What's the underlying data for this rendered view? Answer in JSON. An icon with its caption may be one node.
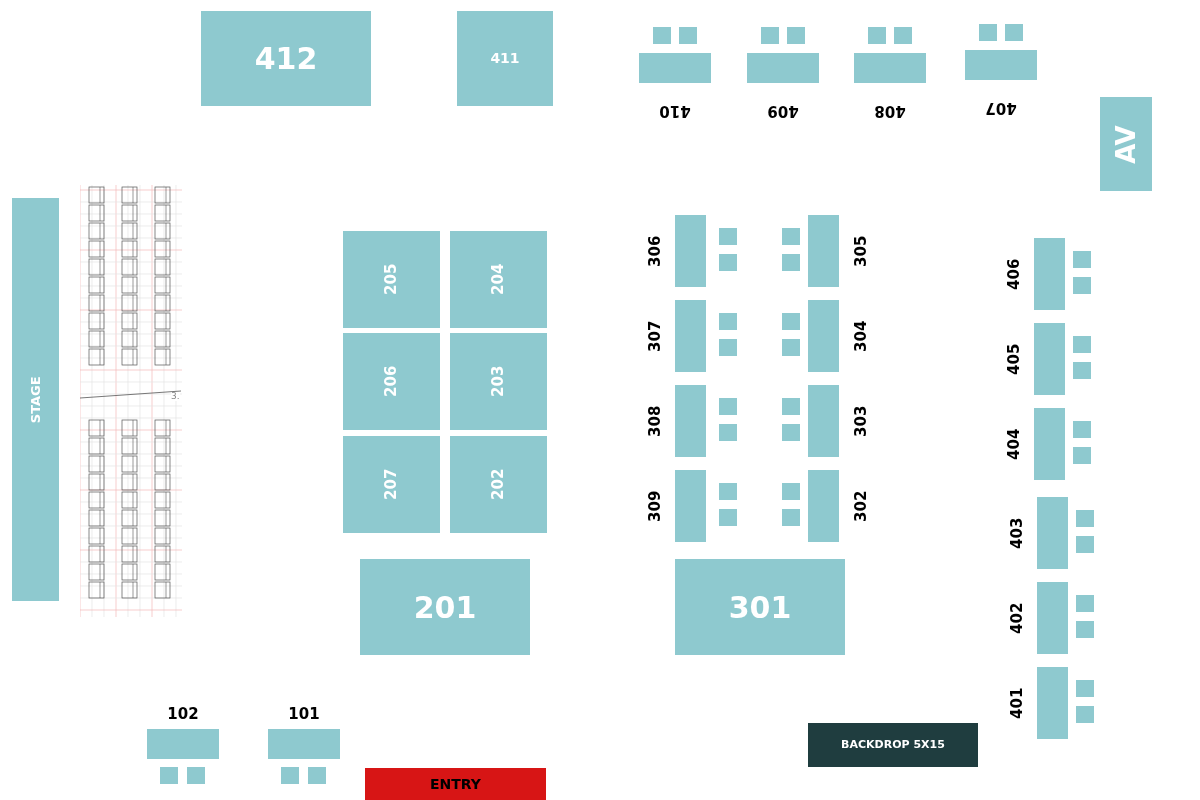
{
  "diagram": {
    "nodes": [
      {
        "text": [
          "412"
        ]
      },
      {
        "text": [
          "411"
        ]
      },
      {
        "text": [
          "410"
        ]
      },
      {
        "text": [
          "409"
        ]
      },
      {
        "text": [
          "408"
        ]
      },
      {
        "text": [
          "407"
        ]
      },
      {
        "text": [
          "AV"
        ]
      },
      {
        "text": [
          "STAGE"
        ]
      },
      {
        "text": [
          "205"
        ]
      },
      {
        "text": [
          "204"
        ]
      },
      {
        "text": [
          "206"
        ]
      },
      {
        "text": [
          "203"
        ]
      },
      {
        "text": [
          "207"
        ]
      },
      {
        "text": [
          "202"
        ]
      },
      {
        "text": [
          "306"
        ]
      },
      {
        "text": [
          "305"
        ]
      },
      {
        "text": [
          "307"
        ]
      },
      {
        "text": [
          "304"
        ]
      },
      {
        "text": [
          "308"
        ]
      },
      {
        "text": [
          "303"
        ]
      },
      {
        "text": [
          "309"
        ]
      },
      {
        "text": [
          "302"
        ]
      },
      {
        "text": [
          "406"
        ]
      },
      {
        "text": [
          "405"
        ]
      },
      {
        "text": [
          "404"
        ]
      },
      {
        "text": [
          "403"
        ]
      },
      {
        "text": [
          "402"
        ]
      },
      {
        "text": [
          "401"
        ]
      },
      {
        "text": [
          "201"
        ]
      },
      {
        "text": [
          "301"
        ]
      },
      {
        "text": [
          "102"
        ]
      },
      {
        "text": [
          "101"
        ]
      },
      {
        "text": [
          "BACKDROP 5X15"
        ]
      },
      {
        "text": [
          "ENTRY"
        ]
      }
    ],
    "edges": [],
    "labels": [
      "3."
    ]
  }
}
